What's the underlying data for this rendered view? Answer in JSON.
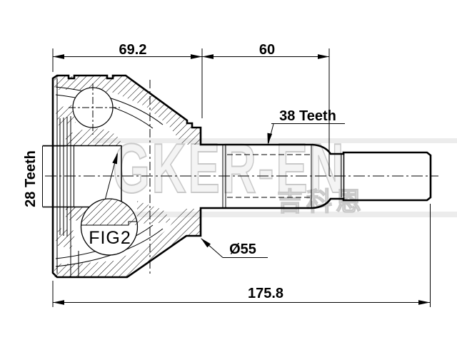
{
  "drawing": {
    "figure_label": "FIG2",
    "dimensions": {
      "width_left": "69.2",
      "width_right": "60",
      "overall_length": "175.8",
      "outer_spline": "38 Teeth",
      "inner_spline": "28 Teeth",
      "diameter": "Ø55"
    },
    "watermark": {
      "latin": "GKER-EN",
      "cjk": "吉科恩"
    },
    "colors": {
      "line": "#000000",
      "background": "#ffffff",
      "watermark": "#c9c9c9"
    }
  }
}
